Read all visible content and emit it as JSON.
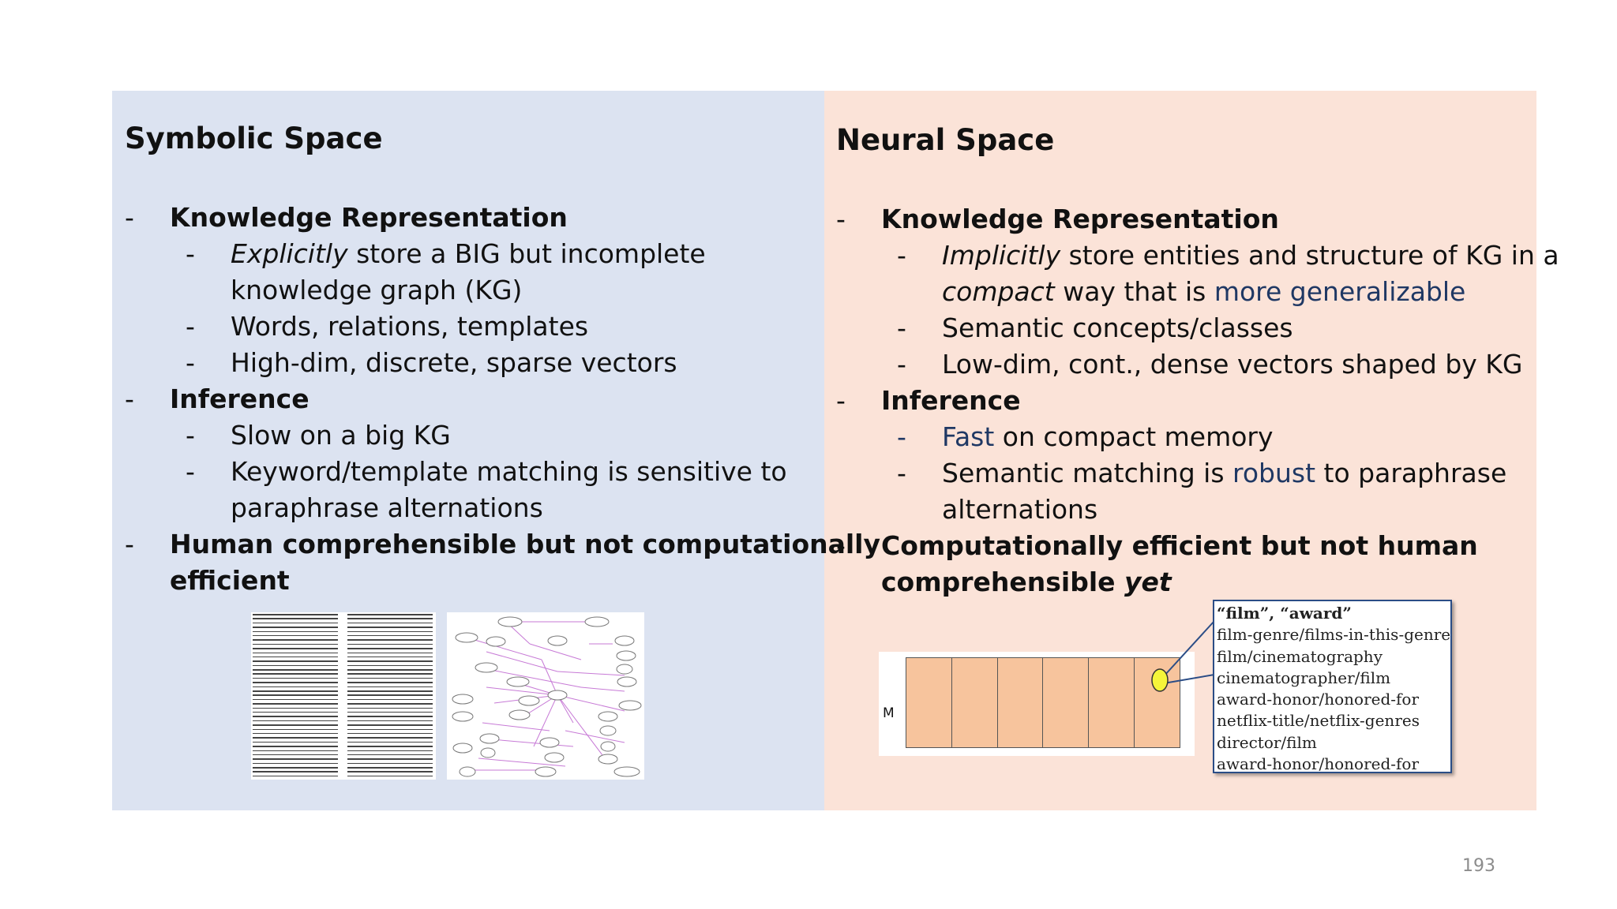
{
  "left": {
    "title": "Symbolic Space",
    "h1": "Knowledge Representation",
    "l1_em": "Explicitly",
    "l1_rest": " store a BIG but incomplete",
    "l1_cont": "knowledge graph (KG)",
    "l2": "Words, relations, templates",
    "l3": "High-dim, discrete, sparse vectors",
    "h2": "Inference",
    "l4": "Slow on a big KG",
    "l5": "Keyword/template matching is sensitive to",
    "l5_cont": "paraphrase alternations",
    "h3_line1": "Human comprehensible but not computationally",
    "h3_line2": "efficient"
  },
  "right": {
    "title": "Neural Space",
    "h1": "Knowledge Representation",
    "l1_em": "Implicitly",
    "l1_rest": " store entities and structure of KG in a",
    "l1_cont_em": "compact",
    "l1_cont_mid": " way that is ",
    "l1_cont_blue": "more generalizable",
    "l2": "Semantic concepts/classes",
    "l3": "Low-dim, cont., dense vectors shaped by KG",
    "h2": "Inference",
    "l4_blue": "Fast",
    "l4_rest": " on compact memory",
    "l5_pre": "Semantic matching is ",
    "l5_blue": "robust",
    "l5_post": " to paraphrase",
    "l5_cont": "alternations",
    "h3_line1": "Computationally efficient but not human",
    "h3_line2_pre": "comprehensible ",
    "h3_line2_em": "yet"
  },
  "dash": "-",
  "embedding": {
    "matrix_label": "M",
    "callout_lines": [
      "“film”, “award”",
      "film-genre/films-in-this-genre",
      "film/cinematography",
      "cinematographer/film",
      "award-honor/honored-for",
      "netflix-title/netflix-genres",
      "director/film",
      "award-honor/honored-for"
    ]
  },
  "page_number": "193",
  "colors": {
    "left_panel": "#dce3f1",
    "right_panel": "#fbe3d8",
    "highlight_blue": "#1f3864",
    "embedding_cell": "#f7c49d",
    "callout_border": "#2b4d86",
    "marker_fill": "#f5f53a"
  }
}
